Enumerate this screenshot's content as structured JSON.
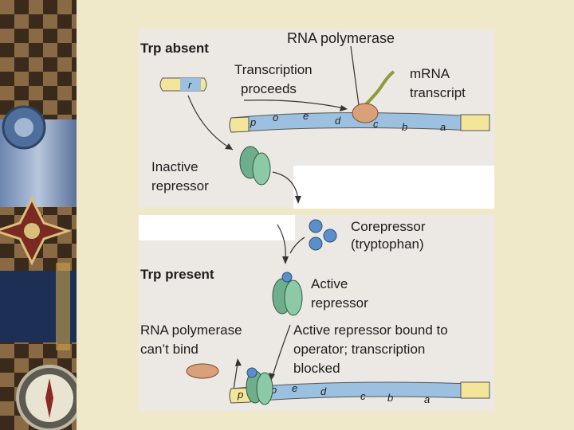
{
  "panel_top": {
    "heading": "Trp absent",
    "rna_polymerase": "RNA polymerase",
    "transcription_line1": "Transcription",
    "transcription_line2": "proceeds",
    "mrna_line1": "mRNA",
    "mrna_line2": "transcript",
    "inactive_line1": "Inactive",
    "inactive_line2": "repressor",
    "regulatory_gene": "r",
    "operon_genes": [
      "p",
      "o",
      "e",
      "d",
      "c",
      "b",
      "a"
    ]
  },
  "panel_bottom": {
    "heading": "Trp present",
    "corepressor_line1": "Corepressor",
    "corepressor_line2": "(tryptophan)",
    "active_line1": "Active",
    "active_line2": "repressor",
    "cant_bind_line1": "RNA polymerase",
    "cant_bind_line2": "can’t bind",
    "bound_line1": "Active repressor bound to",
    "bound_line2": "operator; transcription",
    "bound_line3": "blocked",
    "operon_genes": [
      "p",
      "o",
      "e",
      "d",
      "c",
      "b",
      "a"
    ]
  },
  "colors": {
    "page_background": "#efe9c9",
    "panel_background": "#ece8e4",
    "dna_blue": "#9cc0e0",
    "dna_yellow": "#f3e59a",
    "repressor_green": "#6fae8c",
    "polymerase_tan": "#d9a07a",
    "tryptophan_blue": "#5b8fc9"
  },
  "icons": [
    "medal-photo",
    "compass-photo"
  ]
}
